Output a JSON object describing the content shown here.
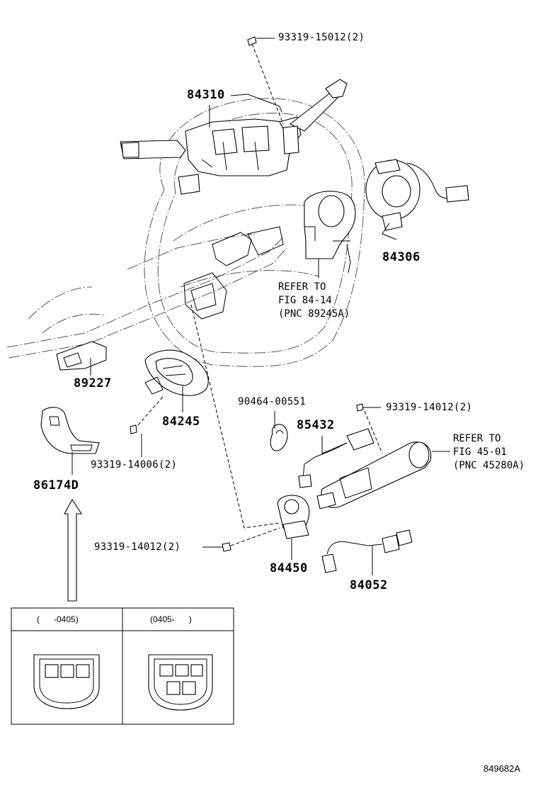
{
  "parts": {
    "p84310": "84310",
    "p84306": "84306",
    "p89227": "89227",
    "p84245": "84245",
    "p86174d": "86174D",
    "p85432": "85432",
    "p84450": "84450",
    "p84052": "84052",
    "p90464": "90464-00551",
    "s15012": "93319-15012(2)",
    "s14012a": "93319-14012(2)",
    "s14006": "93319-14006(2)",
    "s14012b": "93319-14012(2)"
  },
  "refs": {
    "ref1": "REFER TO\nFIG 84-14\n(PNC 89245A)",
    "ref2": "REFER TO\nFIG 45-01\n(PNC 45280A)"
  },
  "inset": {
    "col1": "(      -0405)",
    "col2": "(0405-      )"
  },
  "footer": {
    "code": "849682A"
  }
}
